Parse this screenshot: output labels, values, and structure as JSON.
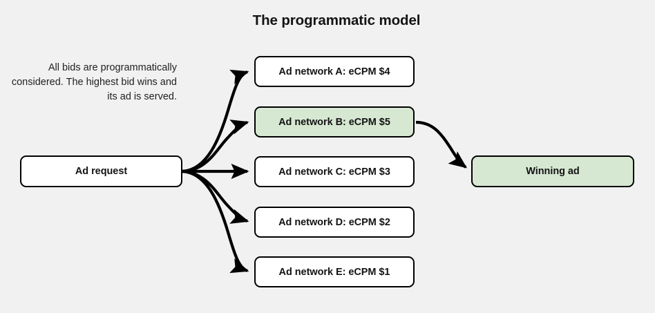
{
  "title": "The programmatic model",
  "description": "All bids are programmatically considered. The highest bid wins and its ad is served.",
  "colors": {
    "background": "#f1f1f1",
    "node_fill": "#ffffff",
    "highlight_fill": "#d7e8d2",
    "stroke": "#000000",
    "text": "#131314"
  },
  "nodes": {
    "ad_request": "Ad request",
    "winning_ad": "Winning ad",
    "networks": [
      {
        "label": "Ad network A: eCPM $4",
        "highlighted": false
      },
      {
        "label": "Ad network B: eCPM $5",
        "highlighted": true
      },
      {
        "label": "Ad network C: eCPM $3",
        "highlighted": false
      },
      {
        "label": "Ad network D: eCPM $2",
        "highlighted": false
      },
      {
        "label": "Ad network E: eCPM $1",
        "highlighted": false
      }
    ]
  }
}
